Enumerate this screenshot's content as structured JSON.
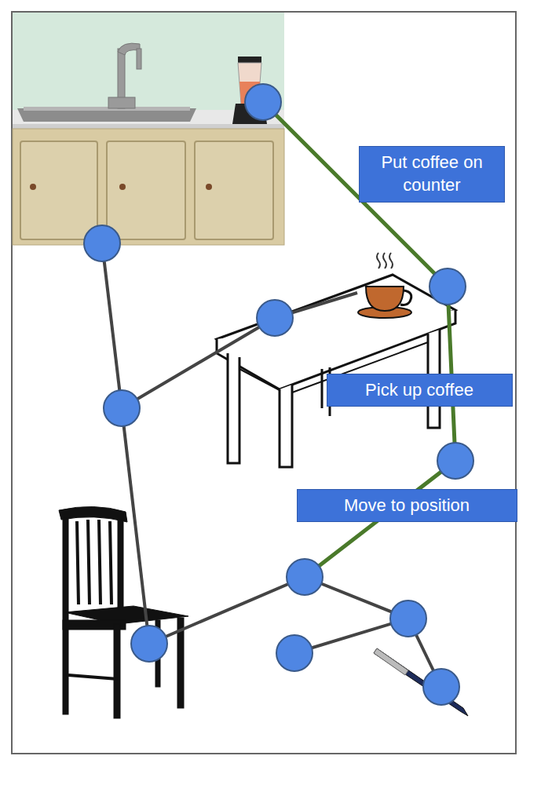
{
  "diagram": {
    "nodes": [
      {
        "text": [
          "Put coffee on counter"
        ]
      },
      {
        "text": [
          "Pick up coffee"
        ]
      },
      {
        "text": [
          "Move to position"
        ]
      }
    ]
  }
}
